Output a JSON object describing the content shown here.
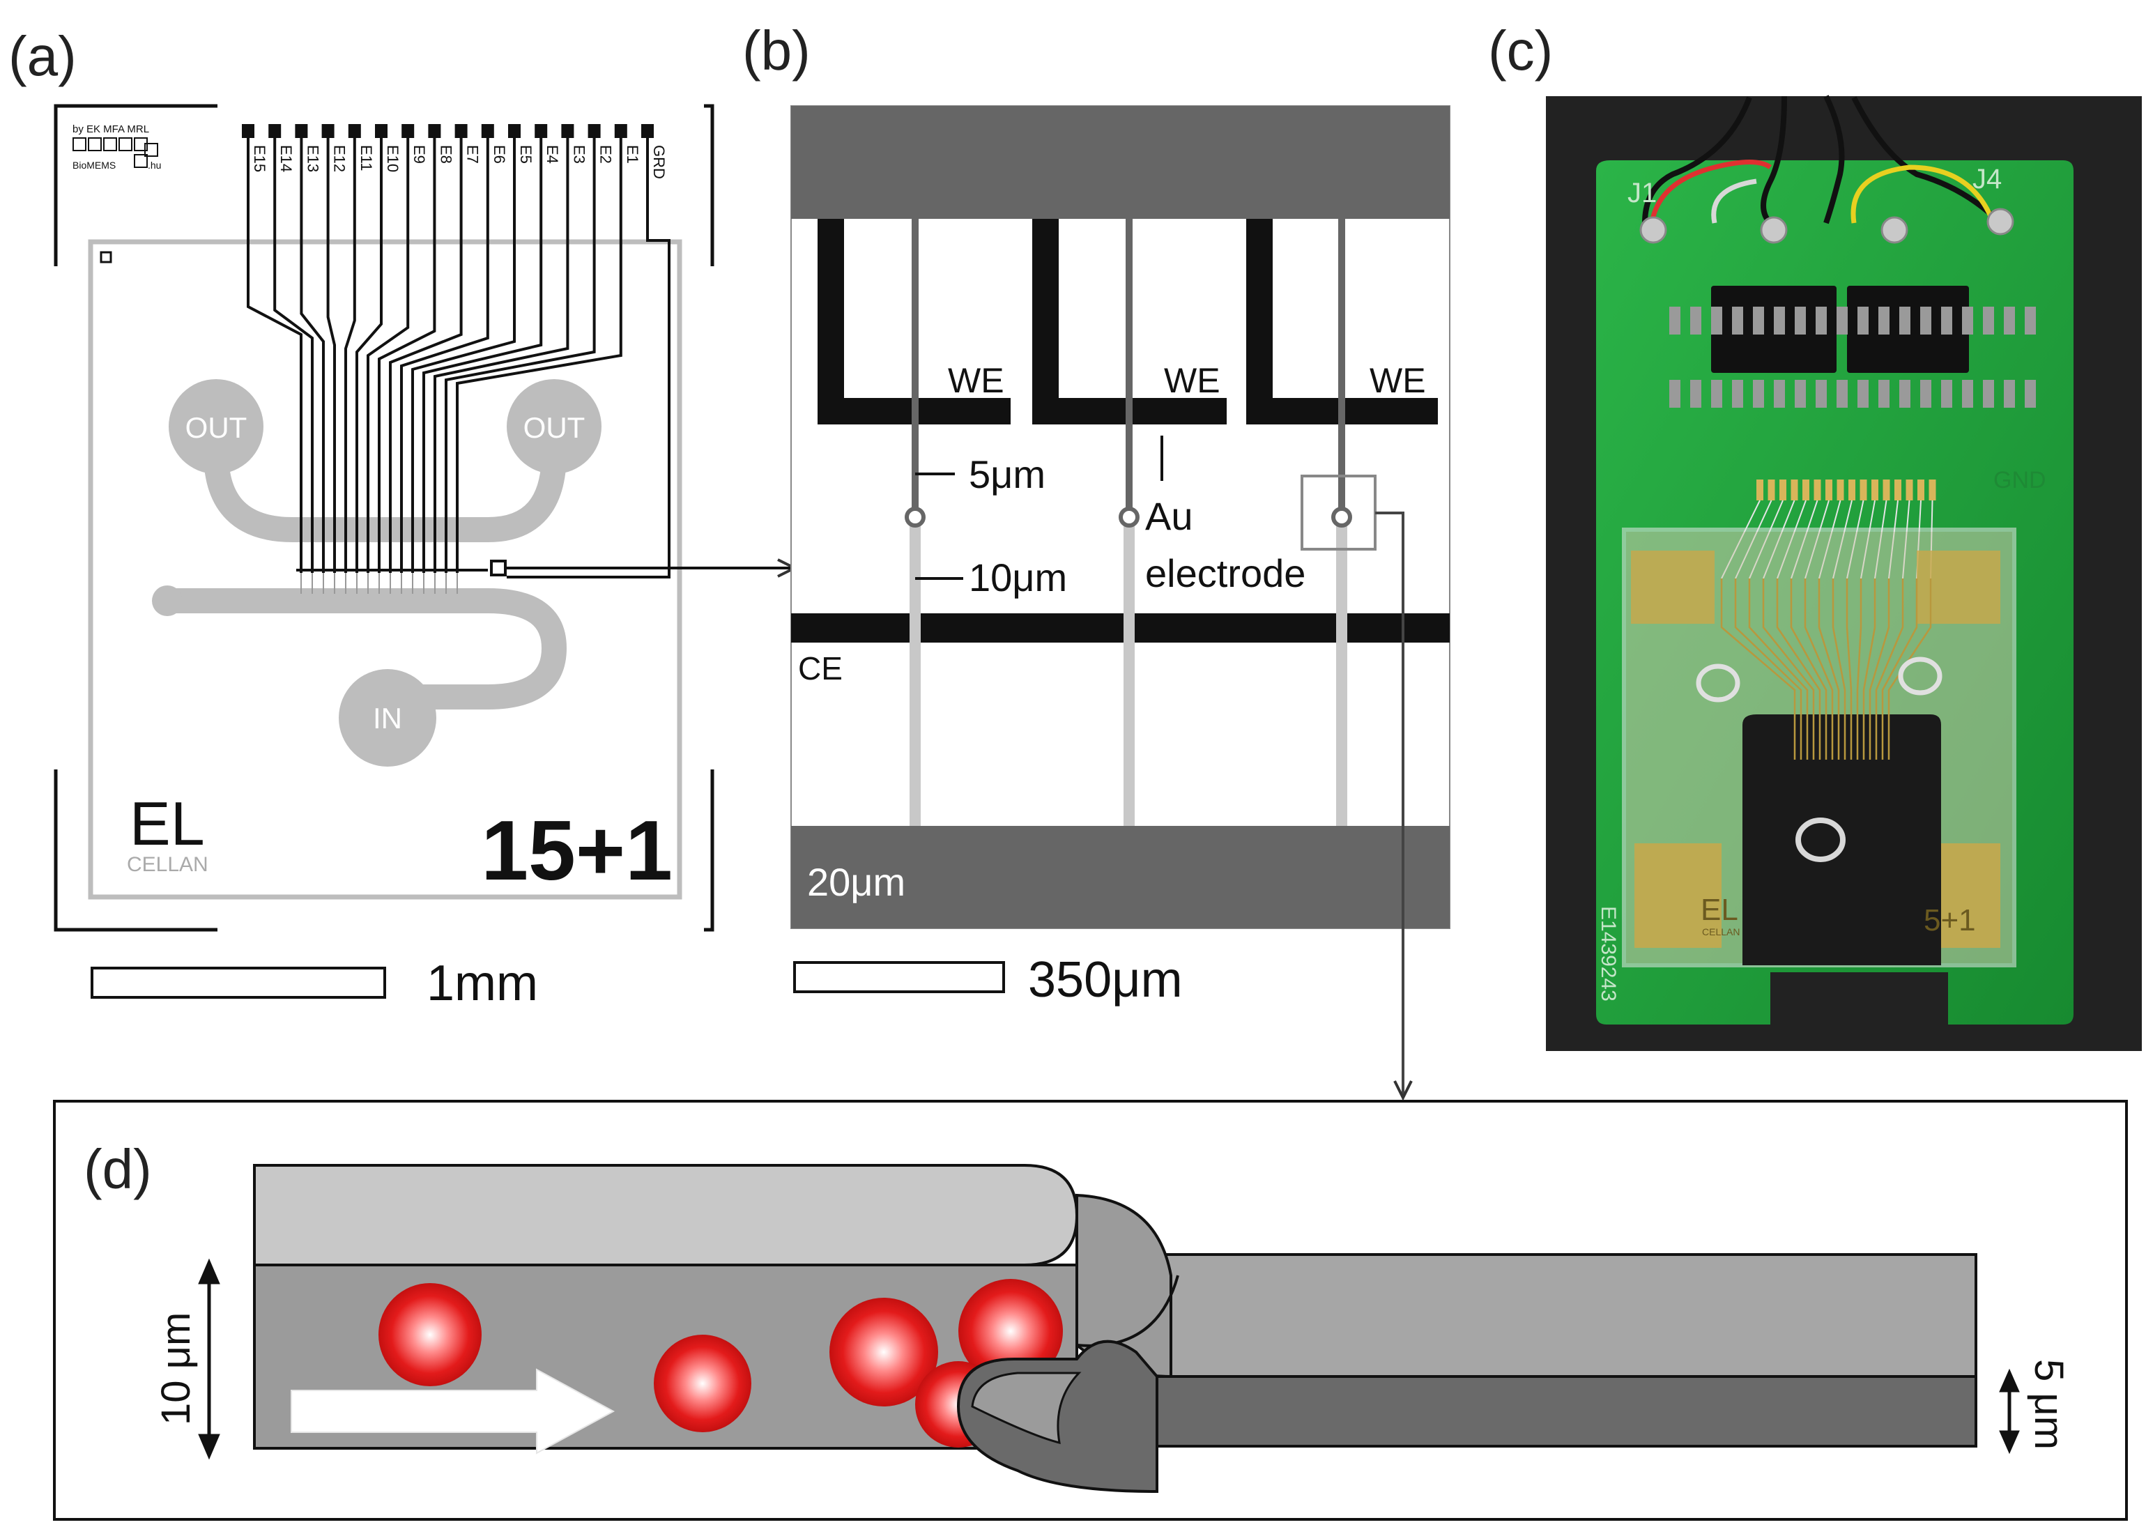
{
  "panels": {
    "a": {
      "label": "(a)",
      "header_text": "by EK MFA MRL",
      "biomems_text": "BioMEMS",
      "hu_text": ".hu",
      "electrode_labels": [
        "E15",
        "E14",
        "E13",
        "E12",
        "E11",
        "E10",
        "E9",
        "E8",
        "E7",
        "E6",
        "E5",
        "E4",
        "E3",
        "E2",
        "E1",
        "GRD"
      ],
      "out_left": "OUT",
      "out_right": "OUT",
      "inlet": "IN",
      "chip_name": "EL",
      "chip_sub": "CELLAN",
      "chip_code": "15+1",
      "scale_bar": "1mm"
    },
    "b": {
      "label": "(b)",
      "we_labels": [
        "WE",
        "WE",
        "WE"
      ],
      "width_5": "5μm",
      "width_10": "10μm",
      "au_line1": "Au",
      "au_line2": "electrode",
      "ce_label": "CE",
      "gap_label": "20μm",
      "scale_bar": "350μm"
    },
    "c": {
      "label": "(c)",
      "pcb_texts": [
        "J1",
        "J4",
        "GND",
        "E1439243",
        "EL",
        "CELLAN",
        "5+1"
      ]
    },
    "d": {
      "label": "(d)",
      "height_left": "10 μm",
      "height_right": "5 μm"
    }
  },
  "colors": {
    "dark_gray": "#5f5f5f",
    "mid_gray": "#9a9a9a",
    "light_gray": "#c8c8c8",
    "pcb_green": "#23a03c",
    "cell_red": "#e31b1b"
  }
}
